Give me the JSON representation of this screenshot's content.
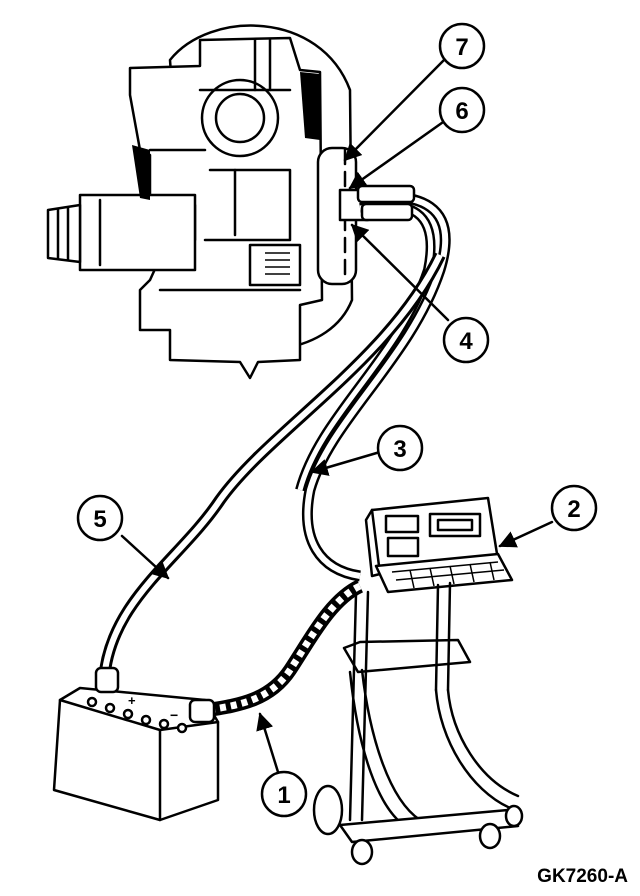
{
  "callouts": [
    {
      "id": "1",
      "label": "1"
    },
    {
      "id": "2",
      "label": "2"
    },
    {
      "id": "3",
      "label": "3"
    },
    {
      "id": "4",
      "label": "4"
    },
    {
      "id": "5",
      "label": "5"
    },
    {
      "id": "6",
      "label": "6"
    },
    {
      "id": "7",
      "label": "7"
    }
  ],
  "figure_id": "GK7260-A"
}
